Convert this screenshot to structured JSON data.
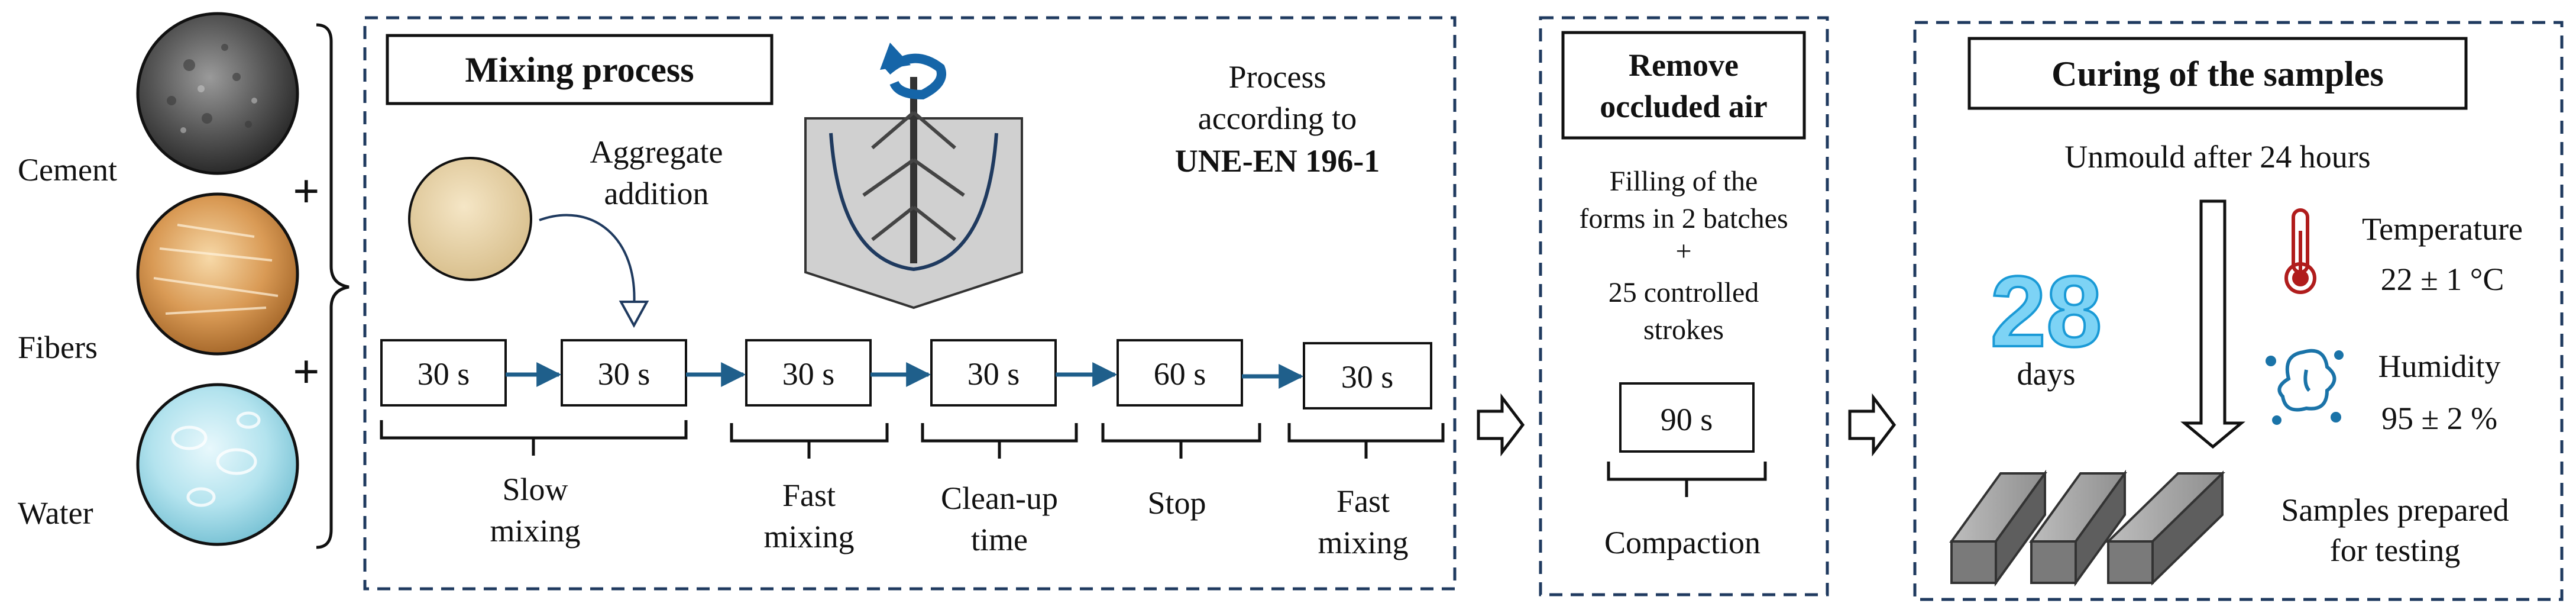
{
  "ingredients": {
    "cement": "Cement",
    "fibers": "Fibers",
    "water": "Water",
    "plus": "+"
  },
  "mixing": {
    "title": "Mixing process",
    "aggregate_line1": "Aggregate",
    "aggregate_line2": "addition",
    "process_line1": "Process",
    "process_line2": "according to",
    "process_line3": "UNE-EN 196-1",
    "steps": [
      "30 s",
      "30 s",
      "30 s",
      "30 s",
      "60 s",
      "30 s"
    ],
    "phases": [
      {
        "line1": "Slow",
        "line2": "mixing"
      },
      {
        "line1": "Fast",
        "line2": "mixing"
      },
      {
        "line1": "Clean-up",
        "line2": "time"
      },
      {
        "line1": "Stop",
        "line2": ""
      },
      {
        "line1": "Fast",
        "line2": "mixing"
      }
    ]
  },
  "compaction": {
    "title_line1": "Remove",
    "title_line2": "occluded air",
    "fill_line1": "Filling of the",
    "fill_line2": "forms in 2 batches",
    "fill_plus": "+",
    "fill_line3": "25 controlled",
    "fill_line4": "strokes",
    "time": "90 s",
    "label": "Compaction"
  },
  "curing": {
    "title": "Curing of the samples",
    "unmould": "Unmould after 24 hours",
    "days_number": "28",
    "days_label": "days",
    "temperature_label": "Temperature",
    "temperature_value": "22 ± 1 °C",
    "humidity_label": "Humidity",
    "humidity_value": "95 ± 2 %",
    "samples_line1": "Samples prepared",
    "samples_line2": "for testing"
  },
  "colors": {
    "dashed_border": "#1f3a5f",
    "arrow": "#1f5f8b",
    "rotation_arrow": "#1565a8",
    "days_fill": "#7dd3f5",
    "days_stroke": "#1a9ad6",
    "thermometer": "#b01c1c",
    "humidity_icon": "#1a73a8"
  }
}
